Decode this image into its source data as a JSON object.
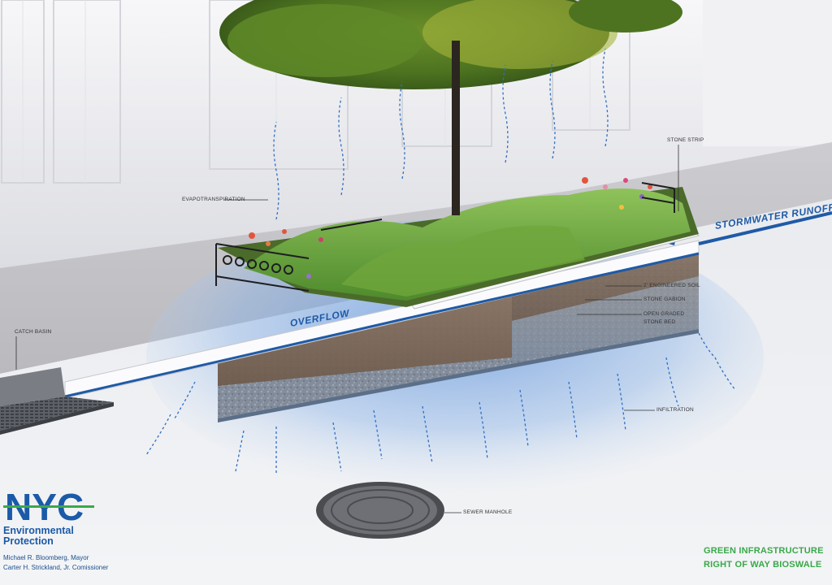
{
  "labels": {
    "evapotranspiration": "EVAPOTRANSPIRATION",
    "stone_strip": "STONE STRIP",
    "catch_basin": "CATCH BASIN",
    "engineered_soil": "2' ENGINEERED SOIL",
    "stone_gabion": "STONE GABION",
    "stone_bed_line1": "OPEN GRADED",
    "stone_bed_line2": "STONE BED",
    "infiltration": "INFILTRATION",
    "sewer_manhole": "SEWER MANHOLE"
  },
  "flows": {
    "runoff": "STORMWATER RUNOFF",
    "overflow": "OVERFLOW"
  },
  "branding": {
    "logo_text": "NYC",
    "org_line1": "Environmental",
    "org_line2": "Protection",
    "mayor": "Michael R. Bloomberg, Mayor",
    "commissioner": "Carter H. Strickland, Jr. Comissioner"
  },
  "title": {
    "line1": "GREEN INFRASTRUCTURE",
    "line2": "RIGHT OF WAY BIOSWALE"
  },
  "colors": {
    "water_blue": "#2f6fc2",
    "title_green": "#3aa84a",
    "brand_blue": "#1b5aa8"
  }
}
